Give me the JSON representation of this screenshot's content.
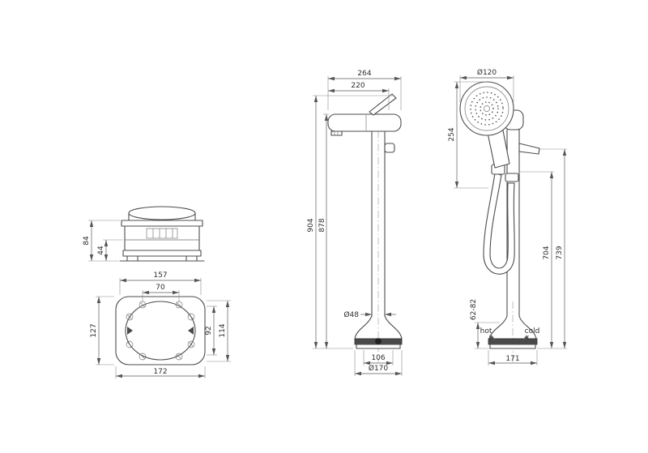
{
  "drawing": {
    "background": "#ffffff",
    "line_color": "#4d4d4d",
    "text_color": "#2e2e2e"
  },
  "views": {
    "valve_side": {
      "dims": {
        "height_total": "84",
        "height_lower": "44"
      }
    },
    "valve_top": {
      "dims": {
        "width_upper": "157",
        "width_ports": "70",
        "height_left": "127",
        "height_inner": "92",
        "height_right": "114",
        "width_total": "172"
      }
    },
    "faucet_front": {
      "dims": {
        "reach_total": "264",
        "reach_spout": "220",
        "height_total": "904",
        "height_spout": "878",
        "column_diameter": "Ø48",
        "base_inner": "106",
        "base_diameter": "Ø170"
      }
    },
    "faucet_side": {
      "dims": {
        "head_diameter": "Ø120",
        "head_length": "254",
        "height_hose": "704",
        "height_handle": "739",
        "base_adjust": "62-82",
        "hot_label": "hot",
        "cold_label": "cold",
        "base_width": "171"
      }
    }
  }
}
